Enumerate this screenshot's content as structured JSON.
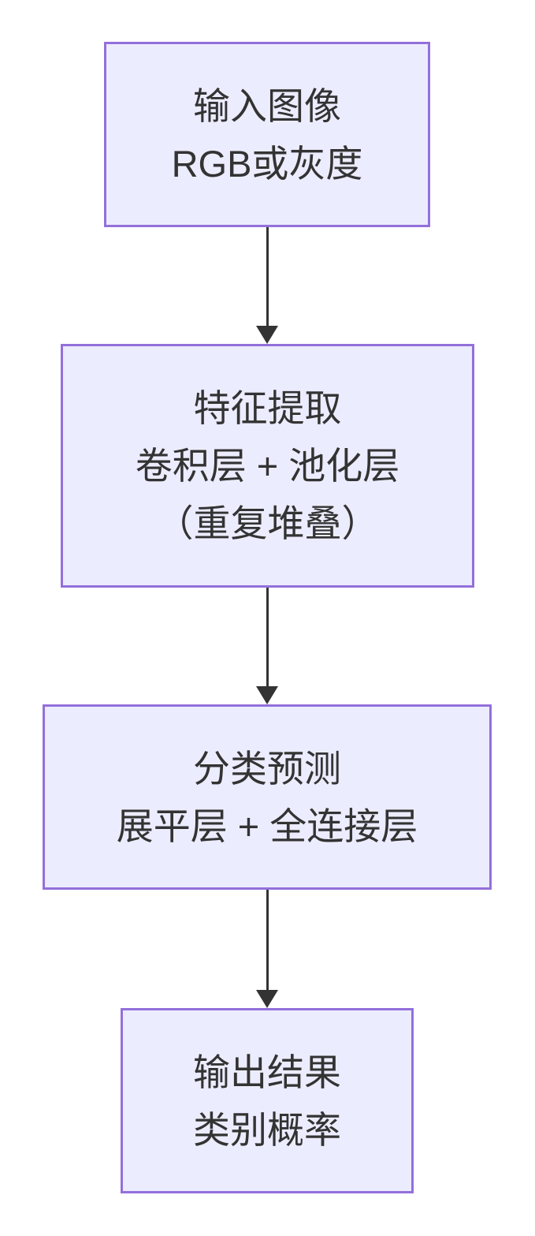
{
  "diagram": {
    "type": "flowchart",
    "direction": "top-down",
    "nodes": [
      {
        "id": "input-image",
        "lines": [
          "输入图像",
          "RGB或灰度"
        ]
      },
      {
        "id": "feature-extraction",
        "lines": [
          "特征提取",
          "卷积层 + 池化层",
          "（重复堆叠）"
        ]
      },
      {
        "id": "classification",
        "lines": [
          "分类预测",
          "展平层 + 全连接层"
        ]
      },
      {
        "id": "output-result",
        "lines": [
          "输出结果",
          "类别概率"
        ]
      }
    ],
    "edges": [
      {
        "from": "input-image",
        "to": "feature-extraction"
      },
      {
        "from": "feature-extraction",
        "to": "classification"
      },
      {
        "from": "classification",
        "to": "output-result"
      }
    ],
    "colors": {
      "node_fill": "#ECECFF",
      "node_border": "#9370DB",
      "text": "#333333",
      "arrow": "#333333",
      "background": "#FFFFFF"
    }
  }
}
